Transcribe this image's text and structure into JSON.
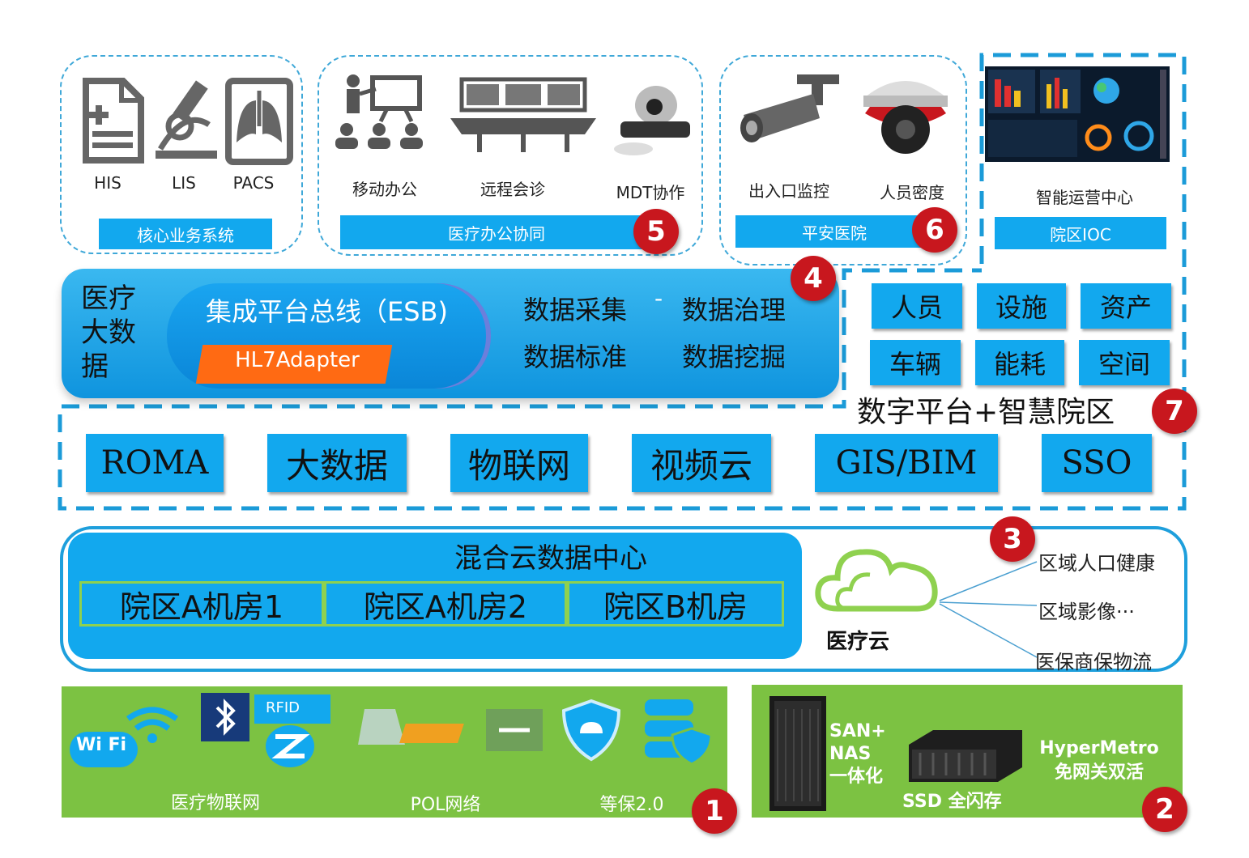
{
  "core": {
    "his": "HIS",
    "lis": "LIS",
    "pacs": "PACS",
    "bar": "核心业务系统"
  },
  "office": {
    "mobile": "移动办公",
    "remote": "远程会诊",
    "mdt": "MDT协作",
    "bar": "医疗办公协同",
    "badge": "5"
  },
  "safety": {
    "gate": "出入口监控",
    "density": "人员密度",
    "bar": "平安医院",
    "badge": "6"
  },
  "ioc": {
    "center": "智能运营中心",
    "bar": "院区IOC"
  },
  "bigdata": {
    "title": "医疗大数据",
    "esb": "集成平台总线（ESB)",
    "adapter": "HL7Adapter",
    "collect": "数据采集",
    "dash": "-",
    "govern": "数据治理",
    "standard": "数据标准",
    "mine": "数据挖掘",
    "badge": "4"
  },
  "campus": {
    "items": [
      "人员",
      "设施",
      "资产",
      "车辆",
      "能耗",
      "空间"
    ],
    "title": "数字平台+智慧院区",
    "badge": "7"
  },
  "platform": {
    "items": [
      "ROMA",
      "大数据",
      "物联网",
      "视频云",
      "GIS/BIM",
      "SSO"
    ]
  },
  "hybrid": {
    "title": "混合云数据中心",
    "rooms": [
      "院区A机房1",
      "院区A机房2",
      "院区B机房"
    ],
    "cloud": "医疗云",
    "links": [
      "区域人口健康",
      "区域影像···",
      "医保商保物流"
    ],
    "badge": "3"
  },
  "iot": {
    "rfid": "RFID",
    "wifi": "Wi Fi",
    "iot_label": "医疗物联网",
    "pol": "POL网络",
    "security": "等保2.0",
    "badge": "1"
  },
  "storage": {
    "san": "SAN+\nNAS\n一体化",
    "ssd": "SSD 全闪存",
    "hyper": "HyperMetro\n免网关双活",
    "badge": "2"
  },
  "colors": {
    "accent": "#12a8ee",
    "green": "#7cc242",
    "badge": "#c8171e",
    "orange": "#ff6a13"
  }
}
